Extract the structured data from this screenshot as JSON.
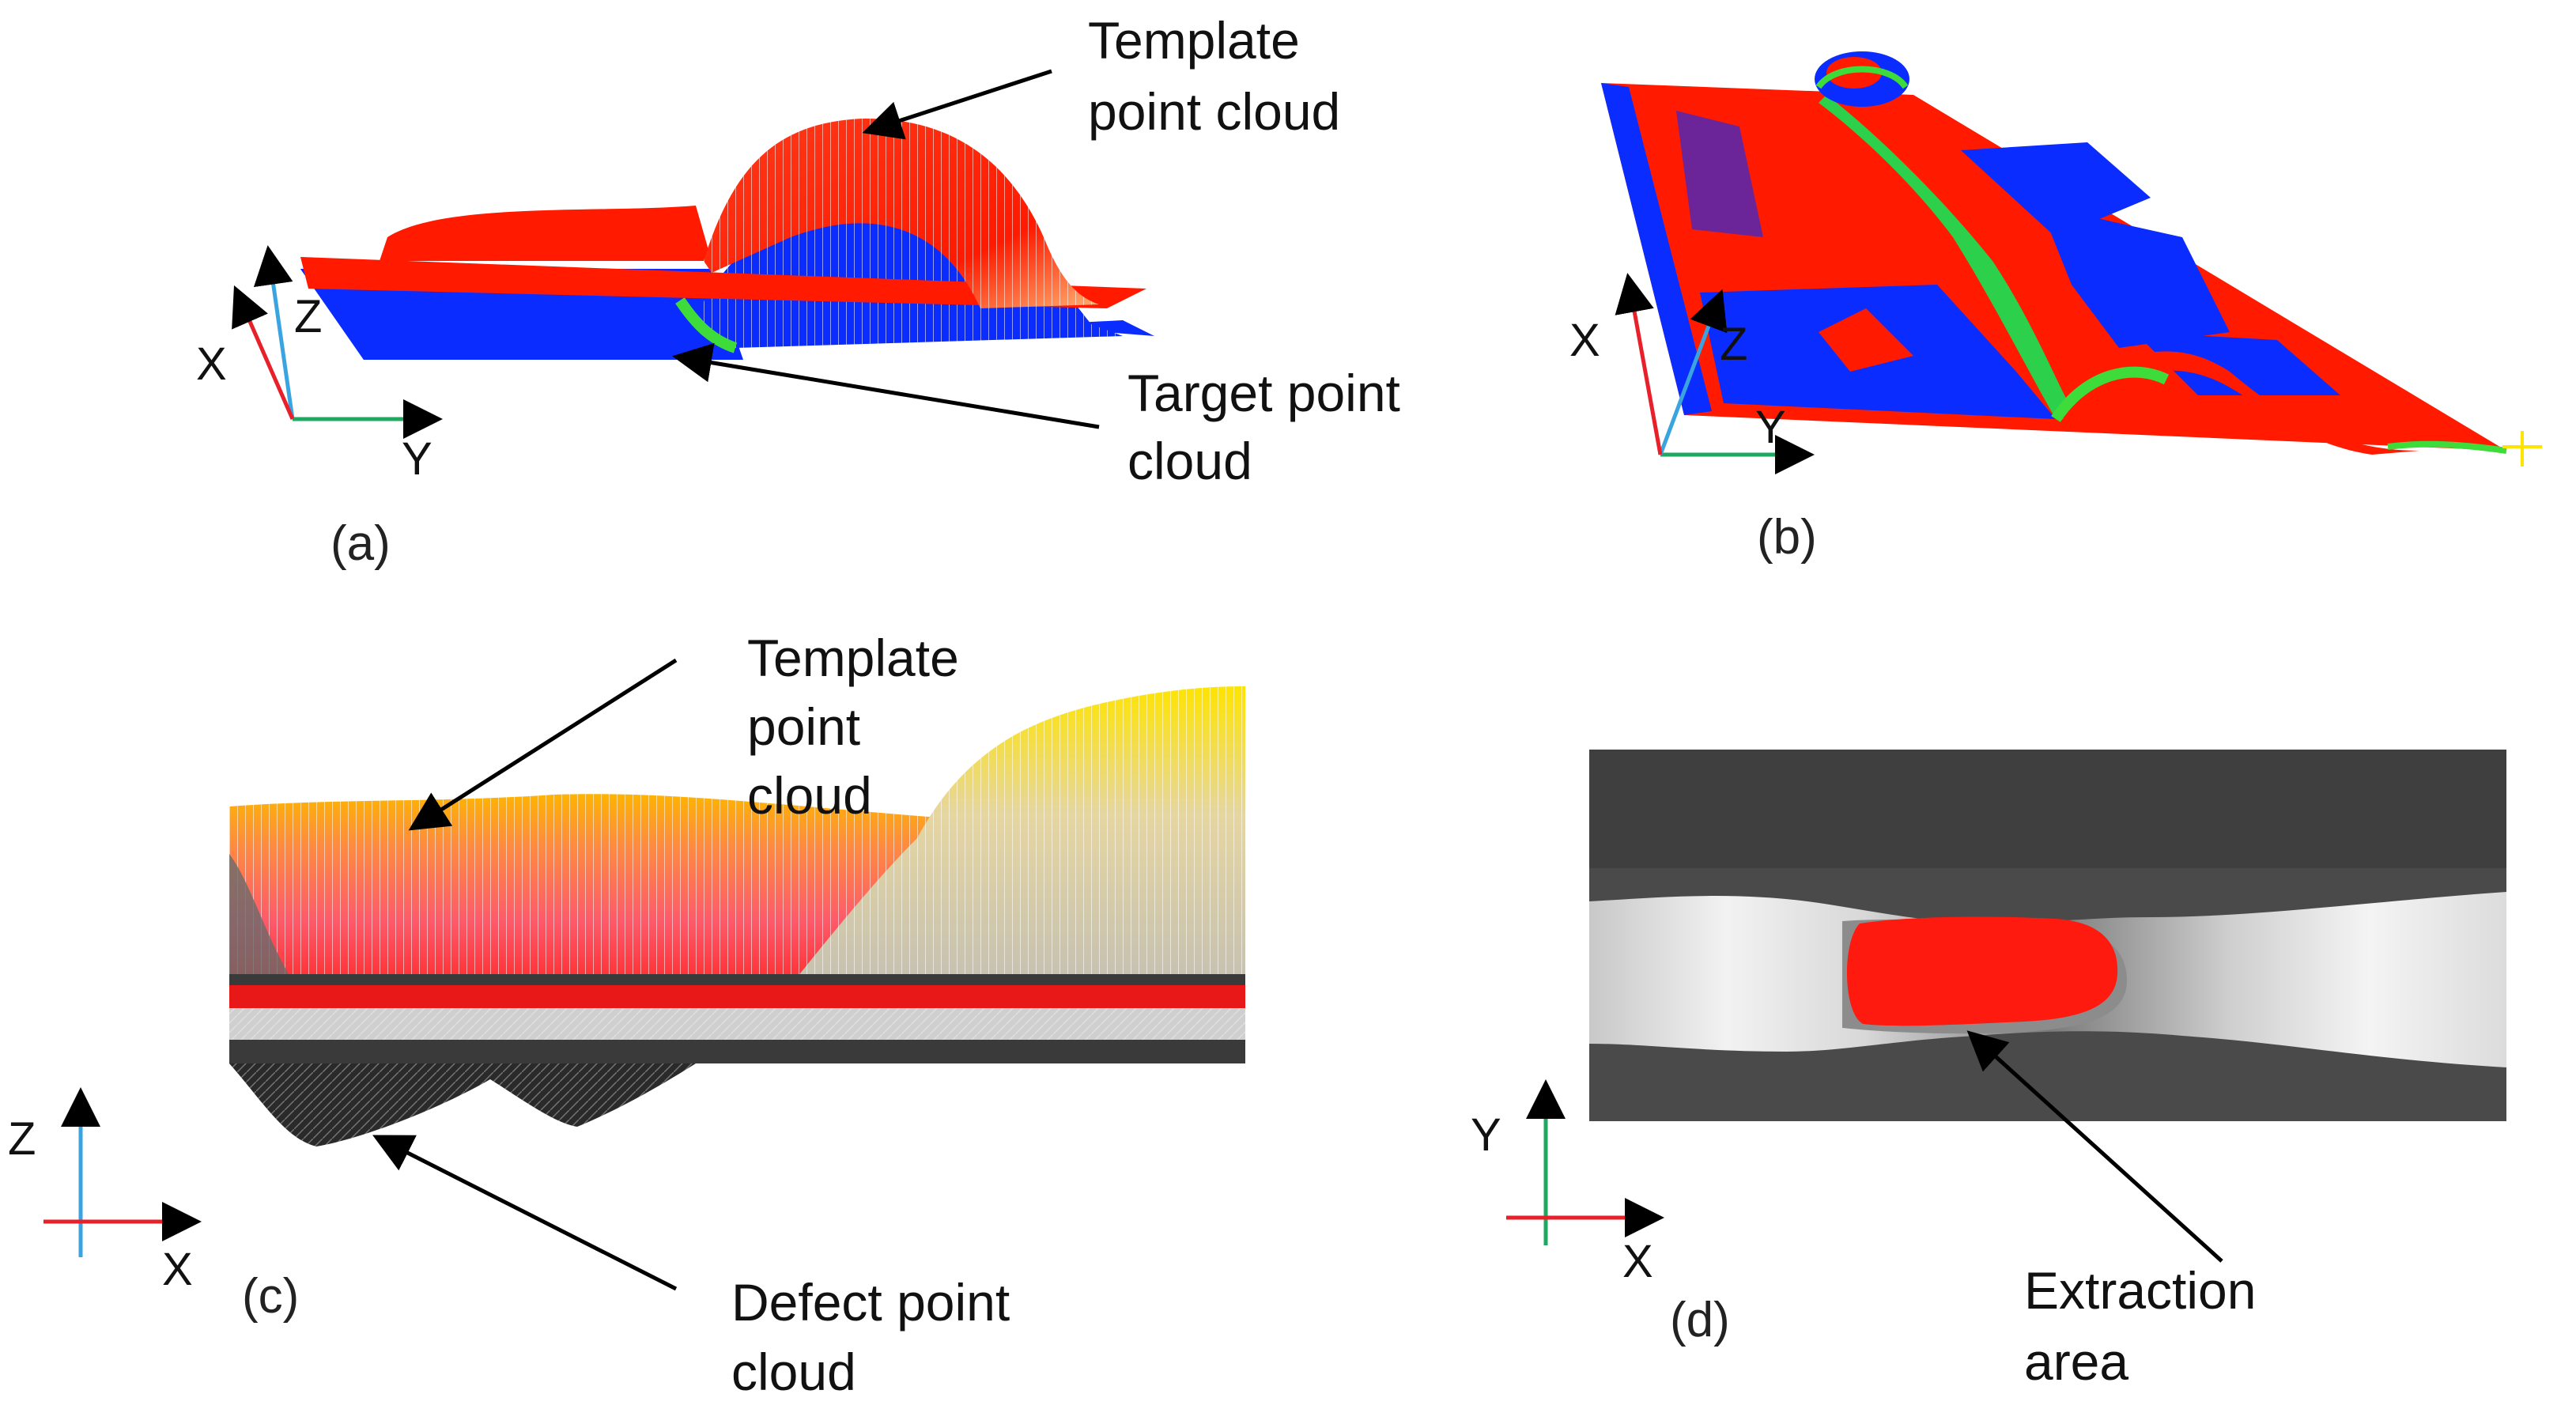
{
  "panels": {
    "a": {
      "label": "(a)",
      "template": [
        "Template",
        "point cloud"
      ],
      "target": [
        "Target point",
        "cloud"
      ],
      "axes": {
        "x": "X",
        "y": "Y",
        "z": "Z"
      }
    },
    "b": {
      "label": "(b)",
      "axes": {
        "x": "X",
        "y": "Y",
        "z": "Z"
      }
    },
    "c": {
      "label": "(c)",
      "template": [
        "Template",
        "point",
        "cloud"
      ],
      "defect": [
        "Defect point",
        "cloud"
      ],
      "axes": {
        "x": "X",
        "z": "Z"
      }
    },
    "d": {
      "label": "(d)",
      "extraction": [
        "Extraction",
        "area"
      ],
      "axes": {
        "x": "X",
        "y": "Y"
      }
    }
  },
  "colors": {
    "template": "#ff1a00",
    "target": "#0a2cff",
    "highlight": "#3ddc3a",
    "yellow": "#ffe400",
    "orange": "#ff8a00",
    "axis_x": "#e8202a",
    "axis_y": "#1fa860",
    "axis_z": "#3aa4e0",
    "depth_bg": "#4a4a4a",
    "extraction": "#ff1a10"
  }
}
